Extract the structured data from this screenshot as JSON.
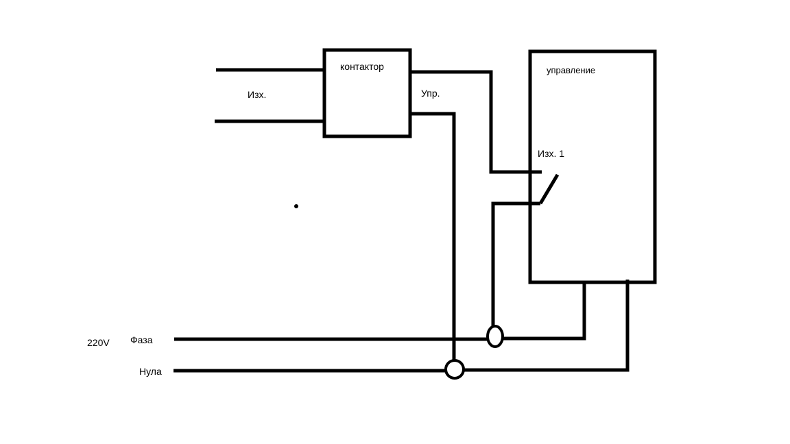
{
  "labels": {
    "input_label": "Изх.",
    "contactor_label": "контактор",
    "control_input_label": "Упр.",
    "controller_label": "управление",
    "output1_label": "Изх. 1",
    "voltage_label": "220V",
    "phase_label": "Фаза",
    "neutral_label": "Нула"
  },
  "colors": {
    "line": "#000000",
    "background": "#ffffff"
  }
}
